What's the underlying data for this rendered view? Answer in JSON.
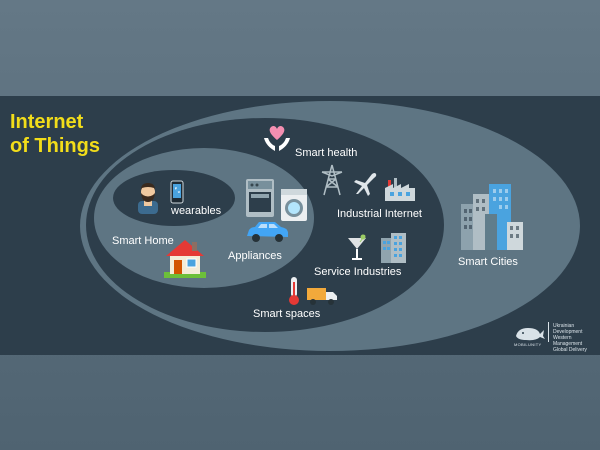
{
  "title": {
    "line1": "Internet",
    "line2": "of Things"
  },
  "labels": {
    "wearables": "wearables",
    "smart_home": "Smart Home",
    "appliances": "Appliances",
    "smart_health": "Smart health",
    "industrial_internet": "Industrial Internet",
    "service_industries": "Service Industries",
    "smart_spaces": "Smart spaces",
    "smart_cities": "Smart Cities"
  },
  "logo": {
    "name": "MOBILUNITY",
    "tagline": [
      "Ukrainian Development",
      "Western Management",
      "Global Delivery"
    ]
  },
  "colors": {
    "title": "#f2dd1a",
    "outer_ring": "#5e7583",
    "panel": "#2d3e4b"
  },
  "icons": [
    "person-icon",
    "smartphone-icon",
    "house-icon",
    "fridge-icon",
    "washing-machine-icon",
    "car-icon",
    "heart-hands-icon",
    "power-tower-icon",
    "airplane-icon",
    "factory-icon",
    "cocktail-icon",
    "office-building-icon",
    "thermometer-icon",
    "truck-icon",
    "city-buildings-icon",
    "whale-logo-icon"
  ]
}
